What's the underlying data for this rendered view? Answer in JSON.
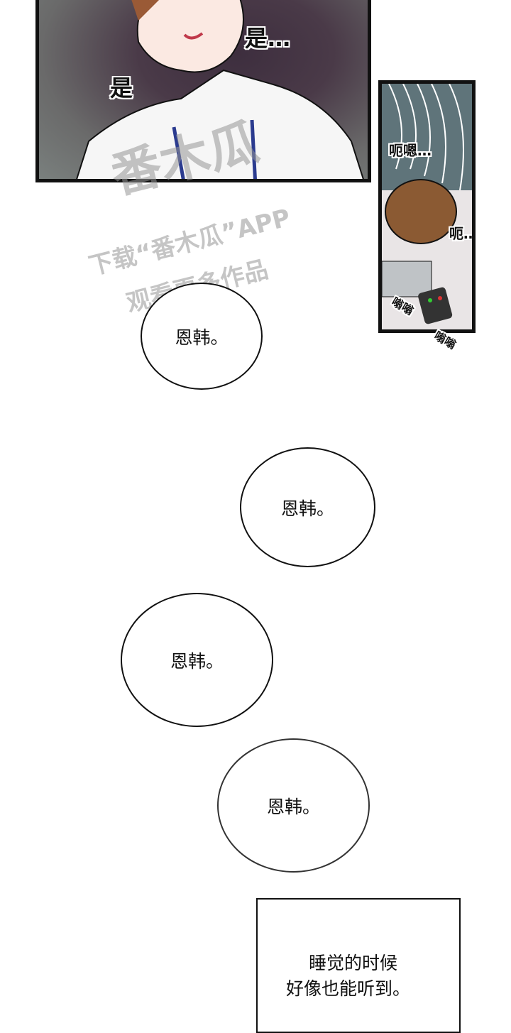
{
  "panel1": {
    "sfx": [
      "是…",
      "是"
    ]
  },
  "panel2": {
    "sfx": [
      "呃嗯…",
      "呃…",
      "嗡嗡",
      "嗡嗡"
    ]
  },
  "watermark": {
    "logo": "番木瓜",
    "line1": "下载“番木瓜”APP",
    "line2": "观看更多作品"
  },
  "bubbles": [
    "恩韩。",
    "恩韩。",
    "恩韩。",
    "恩韩。"
  ],
  "narration": {
    "line1": "睡觉的时候",
    "line2": "好像也能听到。"
  }
}
